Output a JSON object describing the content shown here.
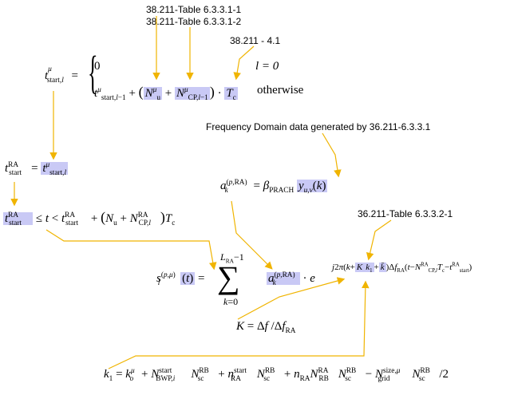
{
  "refs": {
    "table_6331_1": "38.211-Table 6.3.3.1-1",
    "table_6331_2": "38.211-Table 6.3.3.1-2",
    "sec_41": "38.211 - 4.1",
    "freq_domain": "Frequency Domain data generated by 36.211-6.3.3.1",
    "table_6332_1": "36.211-Table 6.3.3.2-1"
  },
  "equations": {
    "cond_zero": "l = 0",
    "cond_otherwise": "otherwise"
  },
  "colors": {
    "arrow": "#f0b400",
    "highlight": "#c9c9f5"
  }
}
